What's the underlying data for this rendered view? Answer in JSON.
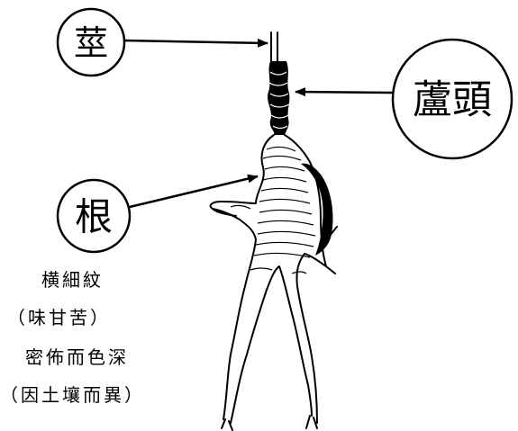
{
  "labels": {
    "stem": "莖",
    "rhizome": "蘆頭",
    "root": "根"
  },
  "notes": [
    "横細紋",
    "（味甘苦）",
    "密佈而色深",
    "（因土壤而異）"
  ]
}
